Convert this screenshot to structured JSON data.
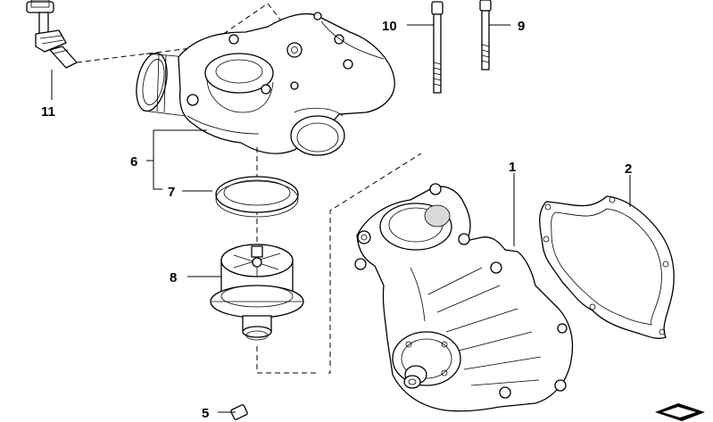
{
  "diagram": {
    "callouts": [
      {
        "id": "1",
        "label": "1"
      },
      {
        "id": "2",
        "label": "2"
      },
      {
        "id": "5",
        "label": "5"
      },
      {
        "id": "6",
        "label": "6"
      },
      {
        "id": "7",
        "label": "7"
      },
      {
        "id": "8",
        "label": "8"
      },
      {
        "id": "9",
        "label": "9"
      },
      {
        "id": "10",
        "label": "10"
      },
      {
        "id": "11",
        "label": "11"
      }
    ],
    "parts": [
      "thermostat-housing",
      "thermostat-seal-ring",
      "thermostat",
      "temperature-sensor",
      "bolt-long-10",
      "bolt-long-9",
      "water-pump",
      "pump-gasket",
      "bolts-5"
    ]
  }
}
